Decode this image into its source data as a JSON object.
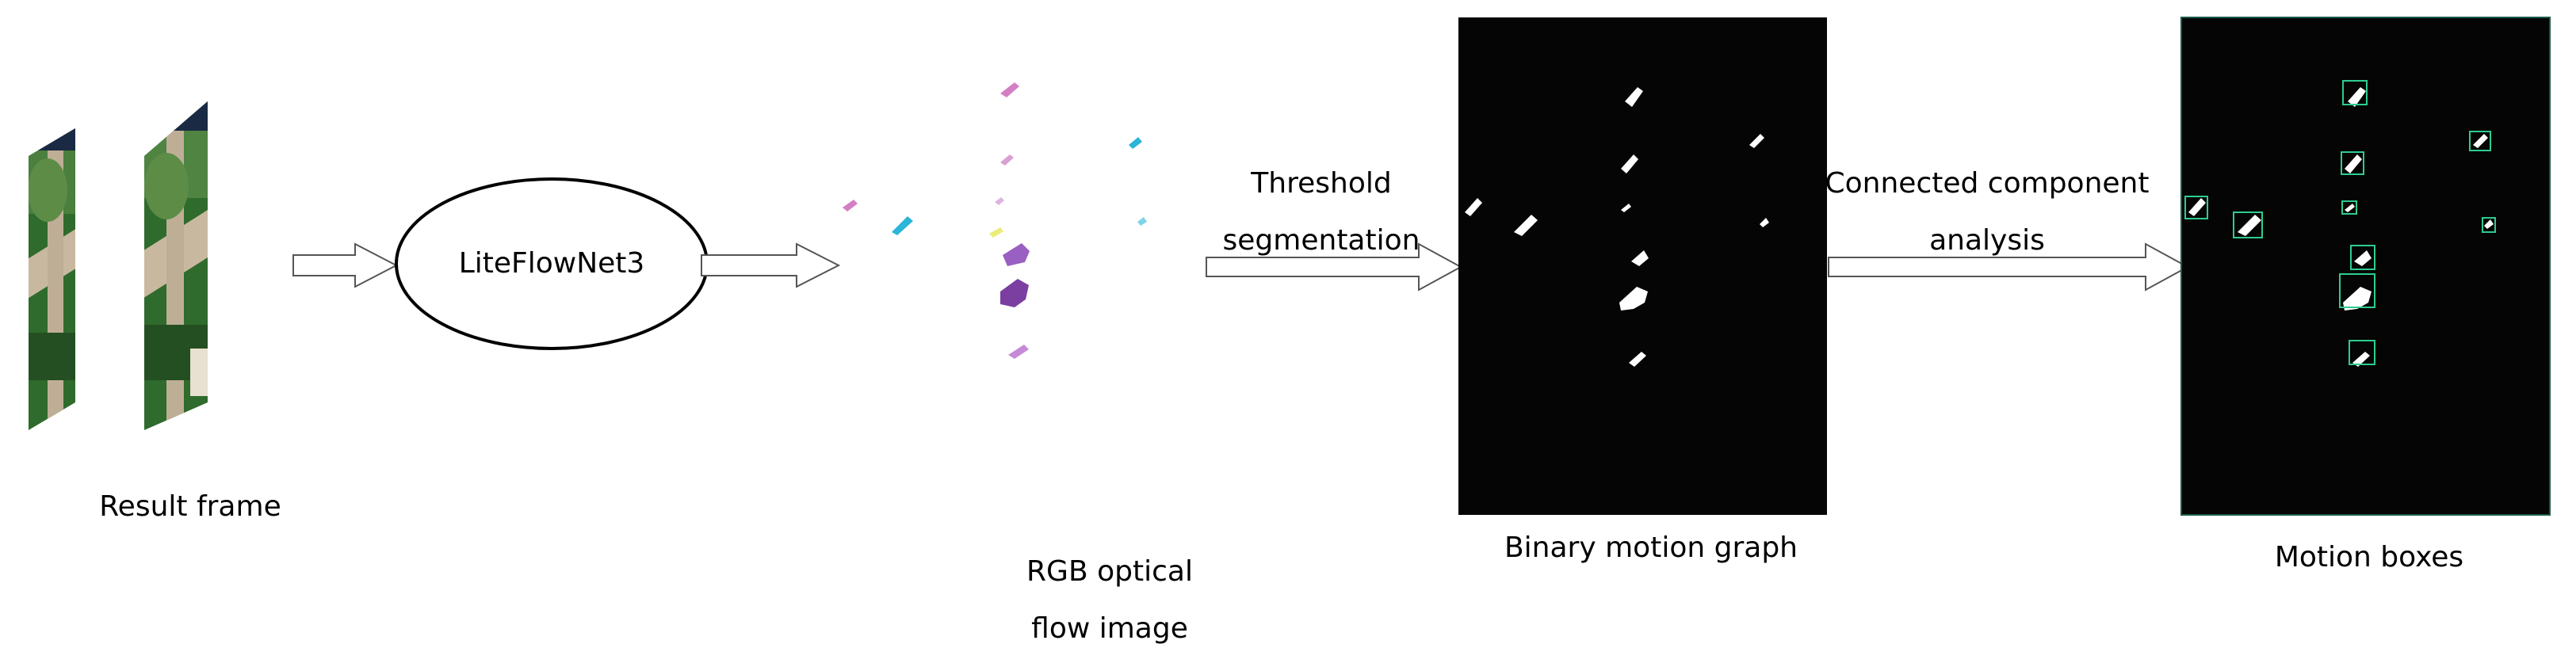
{
  "nodes": {
    "result_frame": {
      "label": "Result frame"
    },
    "liteflownet": {
      "label": "LiteFlowNet3"
    },
    "rgb_flow": {
      "label_line1": "RGB optical",
      "label_line2": "flow image"
    },
    "binary_graph": {
      "label": "Binary motion graph"
    },
    "motion_boxes": {
      "label": "Motion boxes"
    }
  },
  "edges": {
    "threshold": {
      "label_line1": "Threshold",
      "label_line2": "segmentation"
    },
    "connected": {
      "label_line1": "Connected component",
      "label_line2": "analysis"
    }
  },
  "colors": {
    "panel_background": "#050505",
    "motion_blob": "#ffffff",
    "box_outline": "#2ecc8f",
    "flow_purple": "#8a4fb0",
    "flow_pink": "#d47fc4",
    "flow_cyan": "#2bb5d8",
    "flow_yellow": "#ecec7a",
    "grass_green": "#2f6b2c",
    "path_tan": "#c9b8a0"
  }
}
